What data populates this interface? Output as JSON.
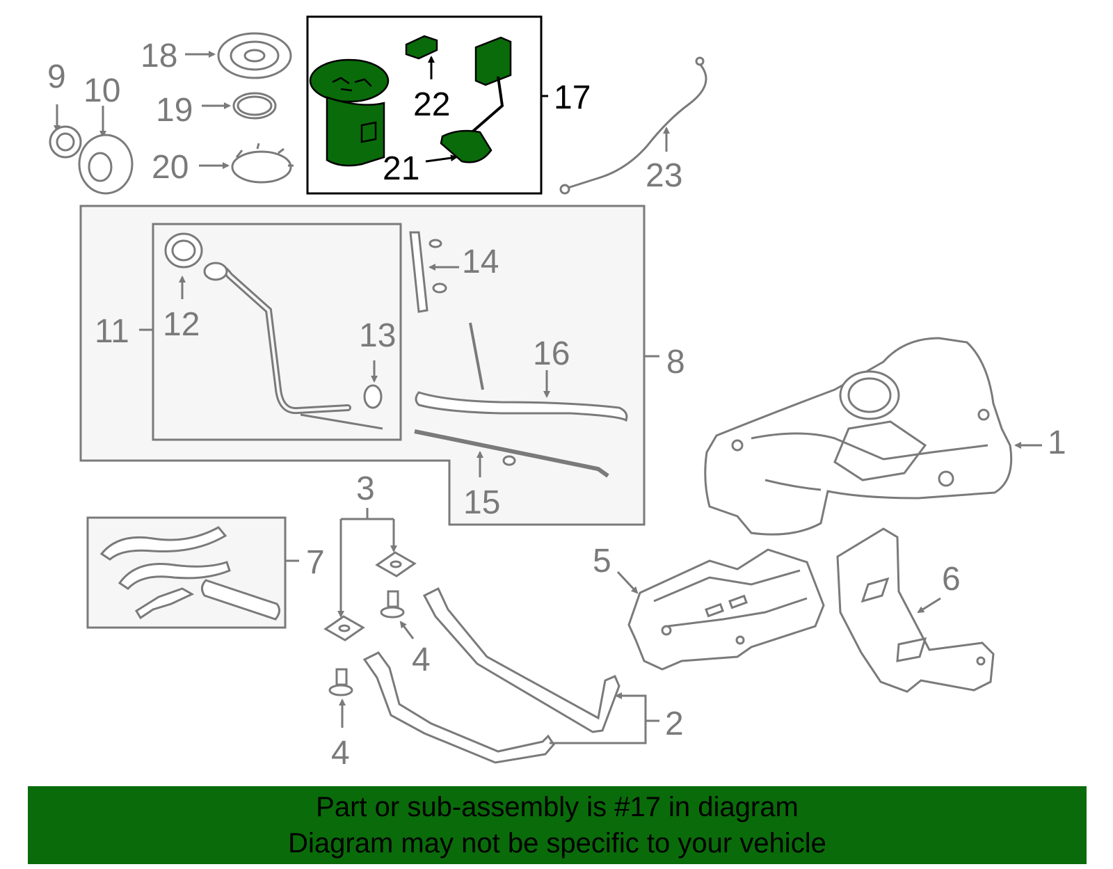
{
  "callouts": {
    "c1": "1",
    "c2": "2",
    "c3": "3",
    "c4a": "4",
    "c4b": "4",
    "c5": "5",
    "c6": "6",
    "c7": "7",
    "c8": "8",
    "c9": "9",
    "c10": "10",
    "c11": "11",
    "c12": "12",
    "c13": "13",
    "c14": "14",
    "c15": "15",
    "c16": "16",
    "c17": "17",
    "c18": "18",
    "c19": "19",
    "c20": "20",
    "c21": "21",
    "c22": "22",
    "c23": "23"
  },
  "highlighted_part": "17",
  "colors": {
    "part_line": "#7a7a7a",
    "highlight_fill": "#0a6b0a",
    "highlight_stroke": "#000000",
    "panel_fill": "#f6f6f6",
    "banner": "#0a6b0a"
  },
  "footer": {
    "line1": "Part or sub-assembly is #17 in diagram",
    "line2": "Diagram may not be specific to your vehicle"
  }
}
